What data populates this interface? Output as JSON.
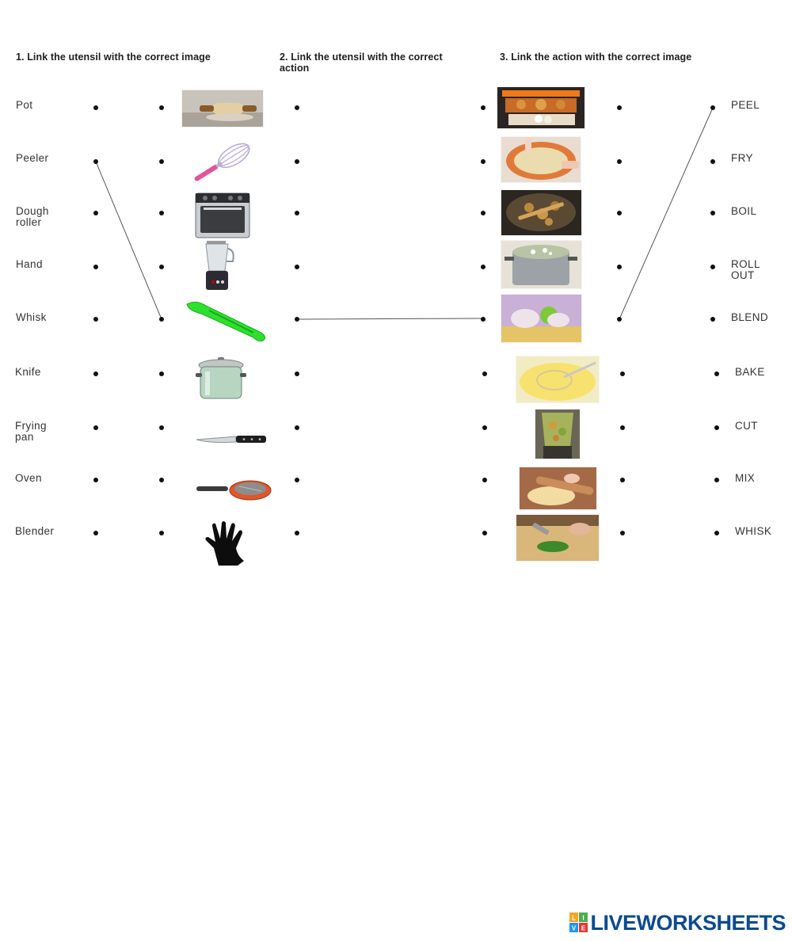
{
  "headings": {
    "section1": "1. Link the utensil with the correct image",
    "section2": "2. Link the utensil with the correct action",
    "section3": "3. Link the action with the correct image"
  },
  "utensils": [
    "Pot",
    "Peeler",
    "Dough roller",
    "Hand",
    "Whisk",
    "Knife",
    "Frying pan",
    "Oven",
    "Blender"
  ],
  "utensil_images": [
    "dough-roller-photo",
    "whisk-image",
    "oven-image",
    "blender-image",
    "peeler-image",
    "pot-image",
    "knife-image",
    "frying-pan-image",
    "glove-hand-image"
  ],
  "action_images": [
    "baking-oven-photo",
    "mixing-bowl-photo",
    "frying-pan-photo",
    "boiling-pot-photo",
    "peeling-lime-photo",
    "whisking-eggs-photo",
    "blender-photo",
    "rolling-dough-photo",
    "cutting-herbs-photo"
  ],
  "actions": [
    "PEEL",
    "FRY",
    "BOIL",
    "ROLL OUT",
    "BLEND",
    "BAKE",
    "CUT",
    "MIX",
    "WHISK"
  ],
  "drawn_links": [
    {
      "from": "Peeler",
      "to": "peeler-image"
    },
    {
      "from": "peeler-image",
      "to": "peeling-lime-photo"
    },
    {
      "from": "peeling-lime-photo",
      "to": "PEEL"
    }
  ],
  "brand": {
    "text": "LIVEWORKSHEETS",
    "badge_letters": "LIVE",
    "color": "#0b4a8f"
  },
  "colors": {
    "dot": "#111111",
    "link_line": "#555555",
    "peeler": "#2ee02e",
    "frying_pan": "#e0572b"
  }
}
